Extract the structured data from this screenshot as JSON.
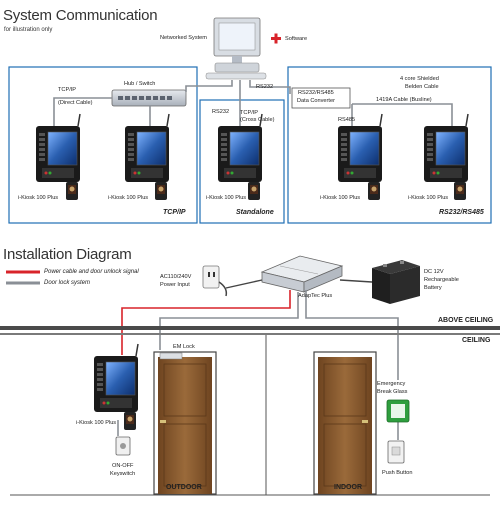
{
  "system": {
    "title": "System Communication",
    "subtitle": "for illustration only",
    "networked_system": "Networked System",
    "software": "Software",
    "rs232_top": "RS232",
    "hub_switch": "Hub / Switch",
    "tcpip": "TCP/IP",
    "direct_cable": "(Direct Cable)",
    "rs232_left": "RS232",
    "tcpip_cross_1": "TCP/IP",
    "tcpip_cross_2": "(Cross Cable)",
    "converter_1": "RS232/RS485",
    "converter_2": "Data Converter",
    "shielded_1": "4 core Shielded",
    "shielded_2": "Belden Cable",
    "busline": "1419A Cable (Busline)",
    "rs485": "RS485",
    "device_label": "i-Kiosk 100 Plus",
    "group_tcpip": "TCP/IP",
    "group_standalone": "Standalone",
    "group_rs": "RS232/RS485"
  },
  "install": {
    "title": "Installation Diagram",
    "legend_power": "Power cable and door unlock signal",
    "legend_lock": "Door lock system",
    "power_input_1": "AC110/240V",
    "power_input_2": "Power Input",
    "adaptec": "AdapTec Plus",
    "battery_1": "DC 12V",
    "battery_2": "Rechargeable",
    "battery_3": "Battery",
    "above_ceiling": "ABOVE CEILING",
    "ceiling": "CEILING",
    "em_lock": "EM Lock",
    "device_label": "i-Kiosk 100 Plus",
    "keyswitch_1": "ON-OFF",
    "keyswitch_2": "Keyswitch",
    "outdoor": "OUTDOOR",
    "indoor": "INDOOR",
    "emergency_1": "Emergency",
    "emergency_2": "Break Glass",
    "push_button": "Push Button"
  },
  "colors": {
    "frame_blue": "#1f6fb5",
    "power_red": "#d8232a",
    "lock_gray": "#8a8f96",
    "door_brown": "#8a5a2e",
    "screen_blue": "#2a5fb0"
  }
}
